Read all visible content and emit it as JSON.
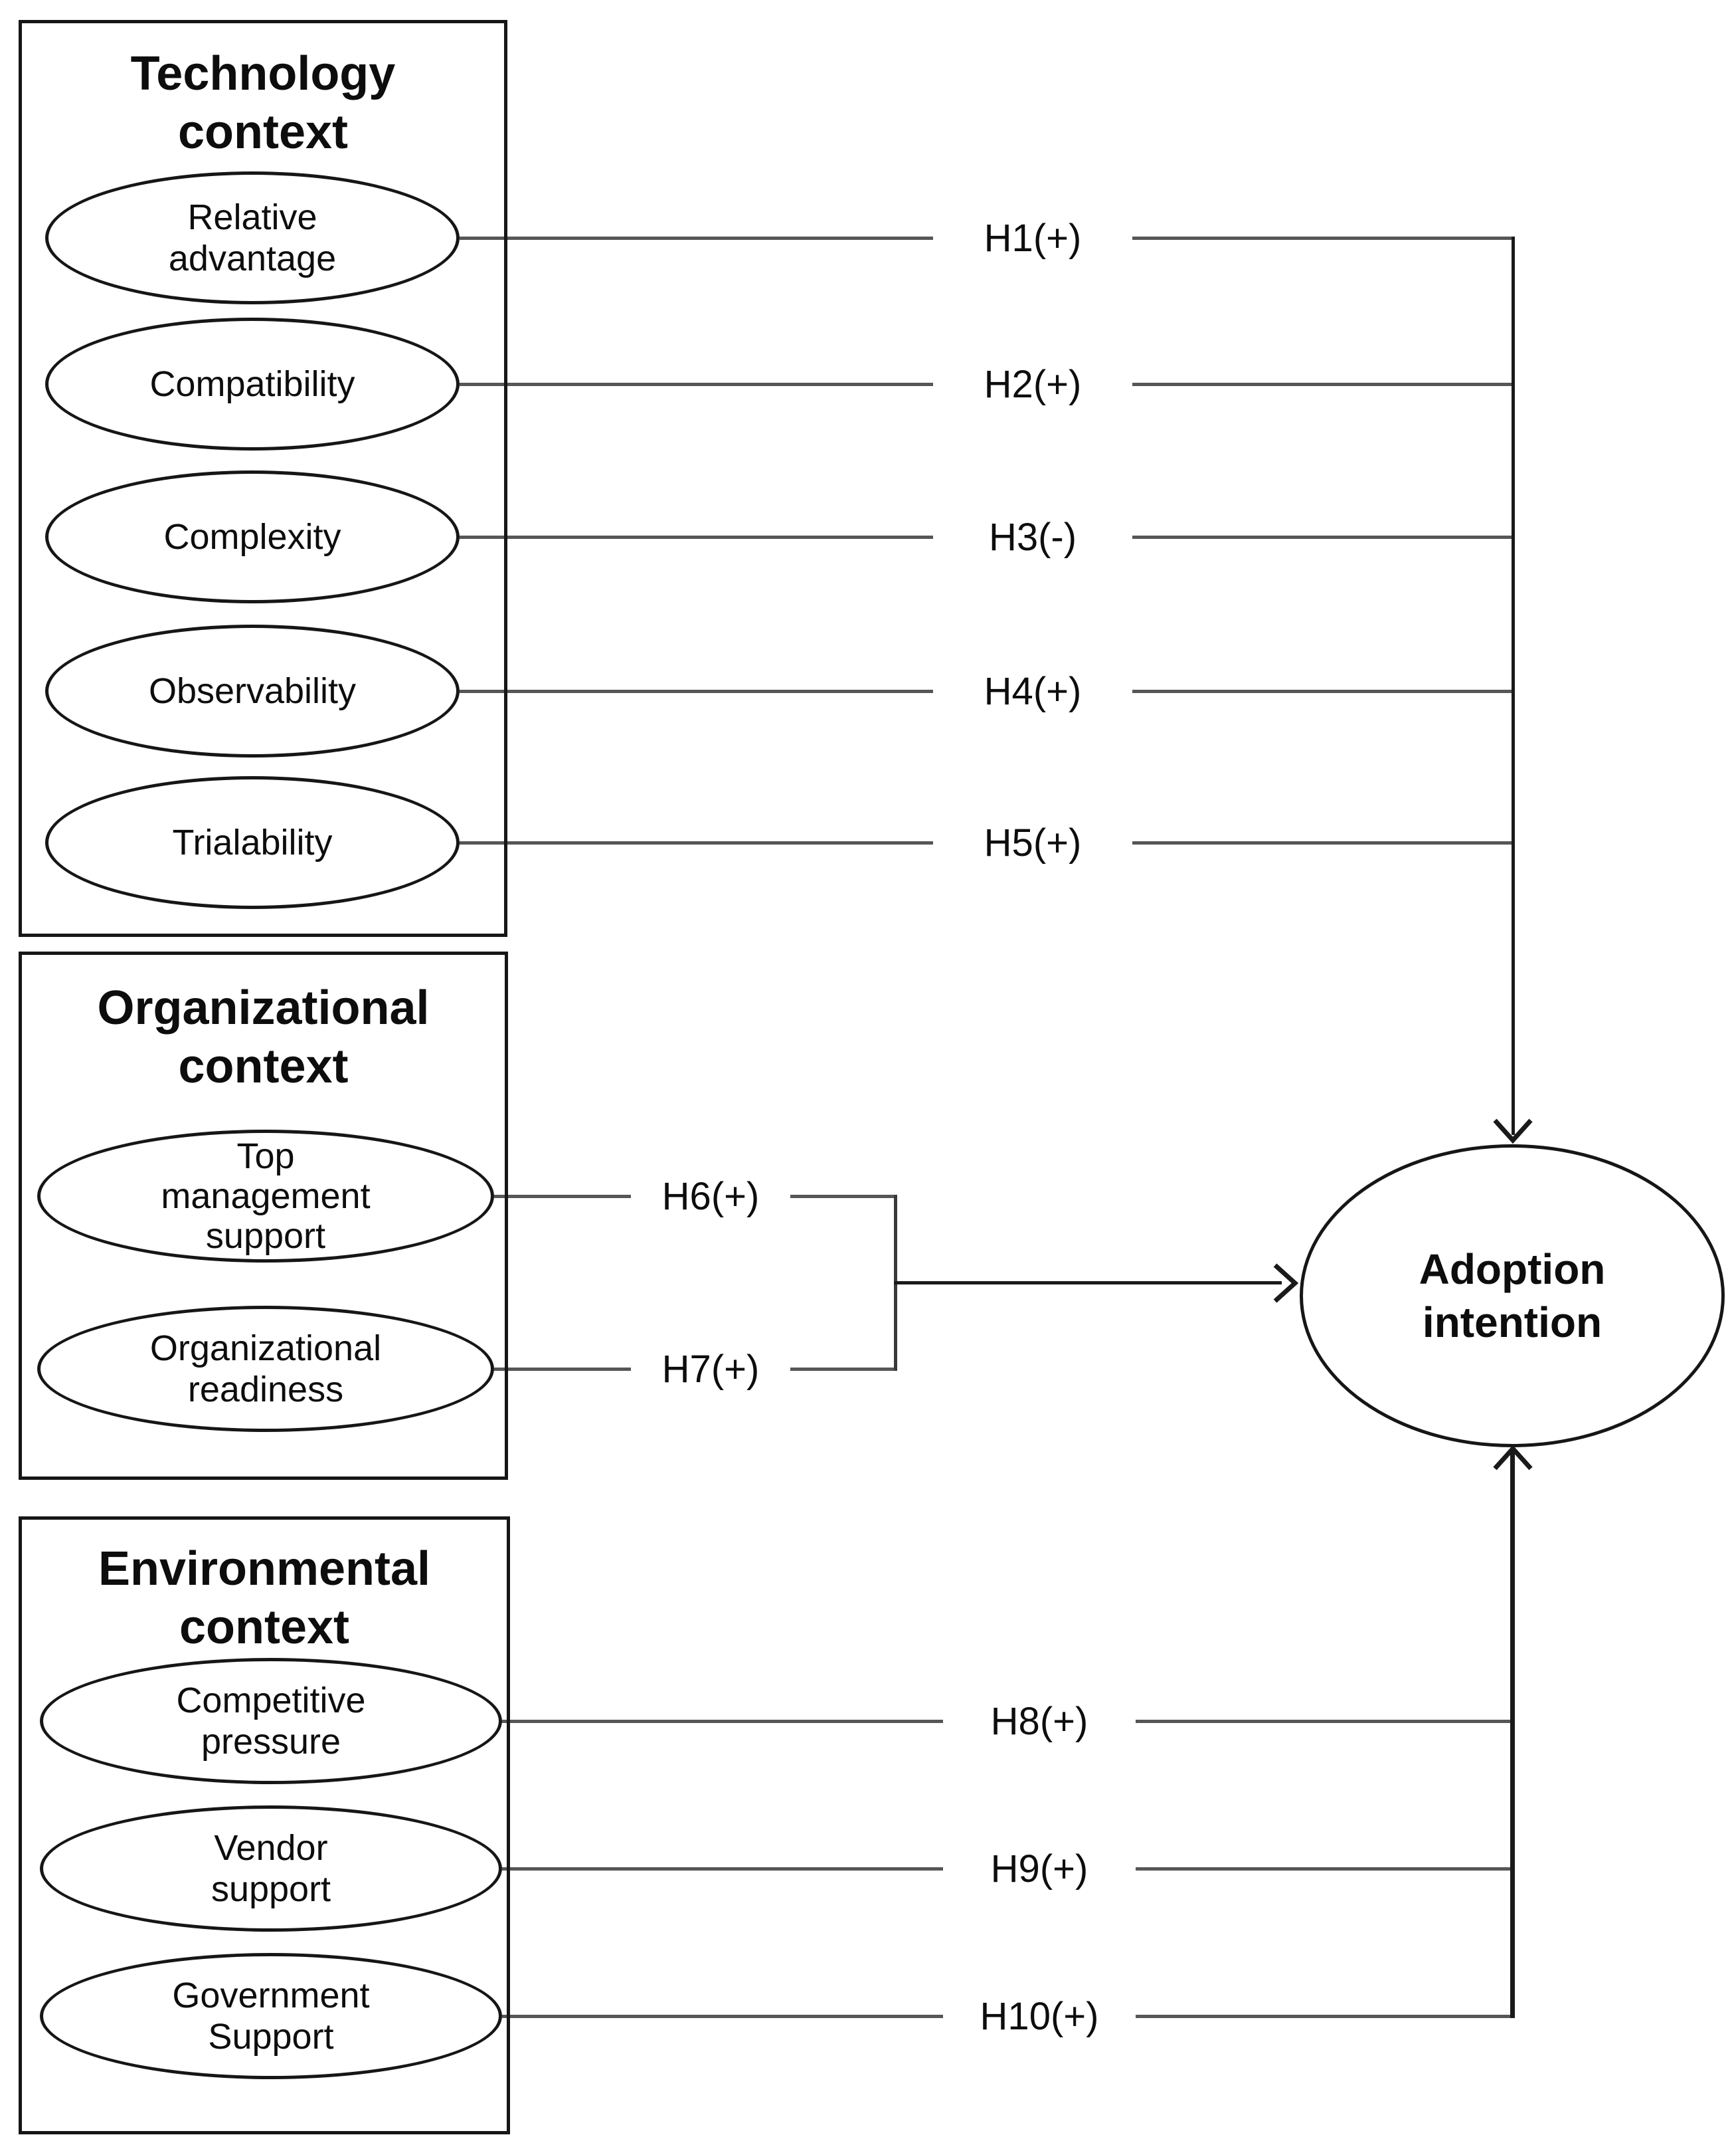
{
  "contexts": [
    {
      "title": "Technology context",
      "title_lines": [
        "Technology",
        "context"
      ],
      "factors": [
        {
          "label": "Relative advantage",
          "label_lines": [
            "Relative",
            "advantage"
          ],
          "hypothesis": "H1(+)"
        },
        {
          "label": "Compatibility",
          "label_lines": [
            "Compatibility"
          ],
          "hypothesis": "H2(+)"
        },
        {
          "label": "Complexity",
          "label_lines": [
            "Complexity"
          ],
          "hypothesis": "H3(-)"
        },
        {
          "label": "Observability",
          "label_lines": [
            "Observability"
          ],
          "hypothesis": "H4(+)"
        },
        {
          "label": "Trialability",
          "label_lines": [
            "Trialability"
          ],
          "hypothesis": "H5(+)"
        }
      ]
    },
    {
      "title": "Organizational context",
      "title_lines": [
        "Organizational",
        "context"
      ],
      "factors": [
        {
          "label": "Top management support",
          "label_lines": [
            "Top",
            "management",
            "support"
          ],
          "hypothesis": "H6(+)"
        },
        {
          "label": "Organizational readiness",
          "label_lines": [
            "Organizational",
            "readiness"
          ],
          "hypothesis": "H7(+)"
        }
      ]
    },
    {
      "title": "Environmental context",
      "title_lines": [
        "Environmental",
        "context"
      ],
      "factors": [
        {
          "label": "Competitive pressure",
          "label_lines": [
            "Competitive",
            "pressure"
          ],
          "hypothesis": "H8(+)"
        },
        {
          "label": "Vendor support",
          "label_lines": [
            "Vendor",
            "support"
          ],
          "hypothesis": "H9(+)"
        },
        {
          "label": "Government Support",
          "label_lines": [
            "Government",
            "Support"
          ],
          "hypothesis": "H10(+)"
        }
      ]
    }
  ],
  "outcome": {
    "label": "Adoption intention",
    "label_lines": [
      "Adoption",
      "intention"
    ]
  },
  "colors": {
    "line_gray": "#565656",
    "ink": "#1a1a1a",
    "background": "#ffffff"
  }
}
